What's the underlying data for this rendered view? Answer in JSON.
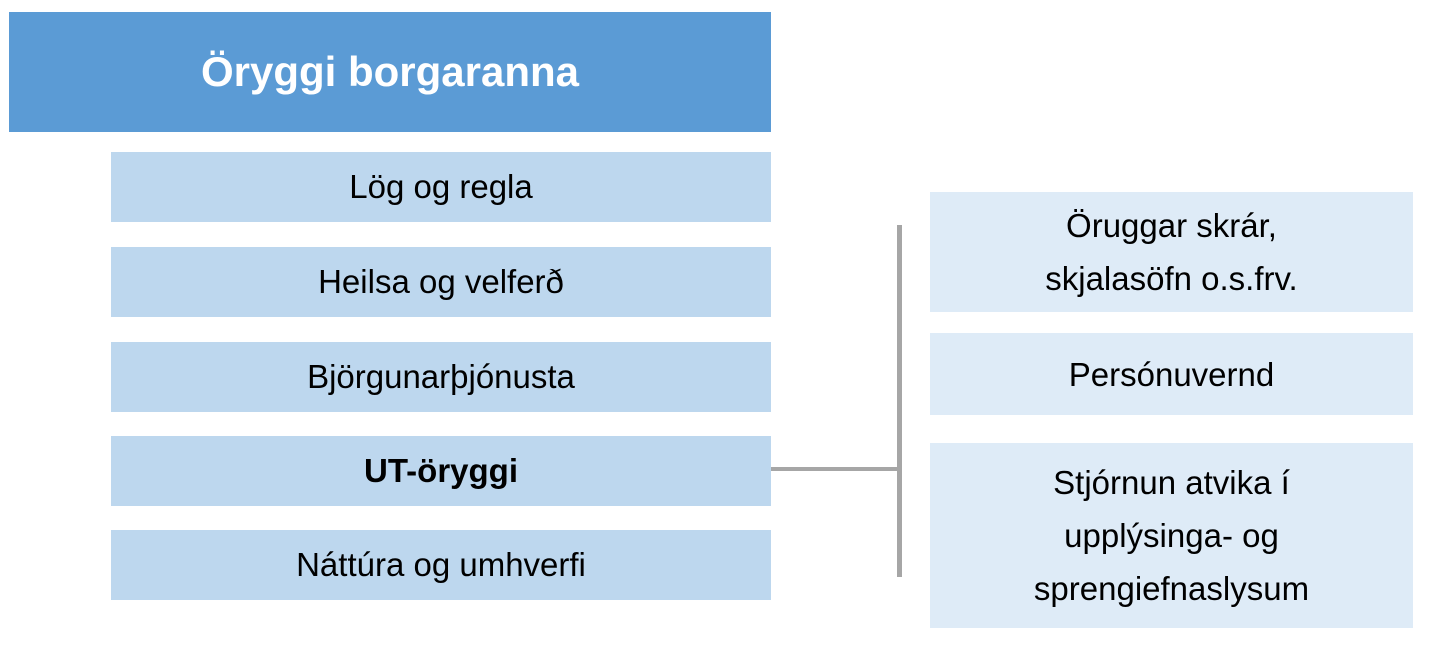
{
  "diagram": {
    "title": "Öryggi borgaranna",
    "root": {
      "label": "Öryggi borgaranna"
    },
    "categories": [
      {
        "label": "Lög og regla",
        "bold": false
      },
      {
        "label": "Heilsa og velferð",
        "bold": false
      },
      {
        "label": "Björgunarþjónusta",
        "bold": false
      },
      {
        "label": "UT-öryggi",
        "bold": true
      },
      {
        "label": "Náttúra og umhverfi",
        "bold": false
      }
    ],
    "subitems": [
      {
        "label": "Öruggar skrár,\nskjalasöfn o.s.frv.",
        "lines": [
          "Öruggar skrár,",
          "skjalasöfn o.s.frv."
        ]
      },
      {
        "label": "Persónuvernd",
        "lines": [
          "Persónuvernd"
        ]
      },
      {
        "label": "Stjórnun atvika í\nupplýsinga- og\nsprengiefnaslysum",
        "lines": [
          "Stjórnun atvika í",
          "upplýsinga- og",
          "sprengiefnaslysum"
        ]
      }
    ],
    "connections": [
      {
        "from": "UT-öryggi",
        "to": [
          "Öruggar skrár, skjalasöfn o.s.frv.",
          "Persónuvernd",
          "Stjórnun atvika í upplýsinga- og sprengiefnaslysum"
        ]
      }
    ],
    "colors": {
      "background": "#FFFFFF",
      "root_fill": "#5B9BD5",
      "root_text": "#FFFFFF",
      "category_fill": "#BDD7EE",
      "subitem_fill": "#DEEBF7",
      "text": "#000000",
      "connector": "#A6A6A6"
    }
  }
}
